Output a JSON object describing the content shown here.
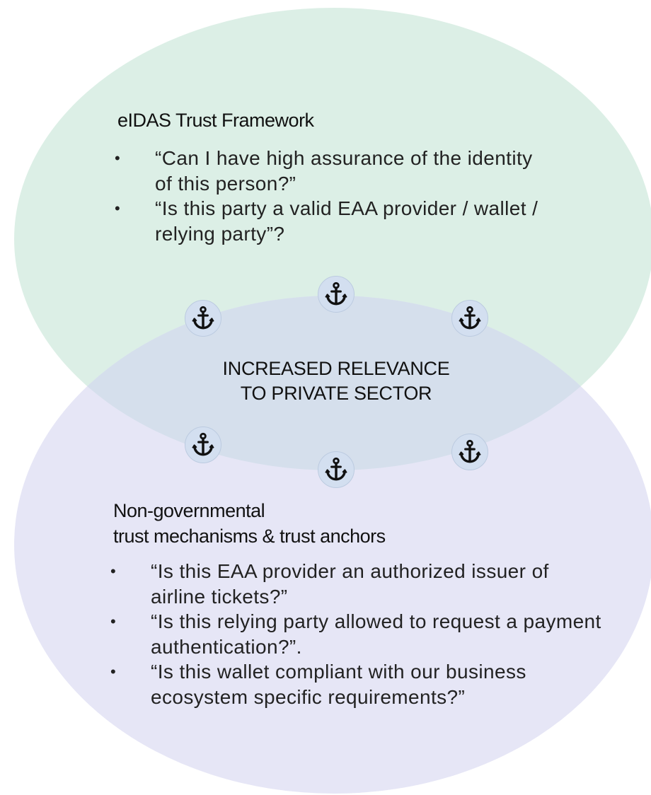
{
  "colors": {
    "top_ellipse_fill": "#dcefe6",
    "bottom_ellipse_fill": "#e6e6f6",
    "overlap_fill": "#d5dfec",
    "anchor_badge_fill": "#d3dff0",
    "text": "#111111"
  },
  "top_section": {
    "title": "eIDAS Trust Framework",
    "bullet_glyph": "•",
    "bullets": [
      "“Can I have high assurance of the identity of this person?”",
      "“Is this party a valid EAA provider / wallet / relying party”?"
    ]
  },
  "center": {
    "line1": "INCREASED RELEVANCE",
    "line2": "TO PRIVATE SECTOR",
    "anchor_icon": "anchor-icon",
    "anchor_count": 6
  },
  "bottom_section": {
    "title_line1": "Non-governmental",
    "title_line2": "trust mechanisms & trust anchors",
    "bullet_glyph": "•",
    "bullets": [
      "“Is this EAA provider an authorized issuer of airline tickets?”",
      "“Is this relying party allowed to request a payment authentication?”.",
      "“Is this wallet compliant with our business ecosystem specific requirements?”"
    ]
  }
}
